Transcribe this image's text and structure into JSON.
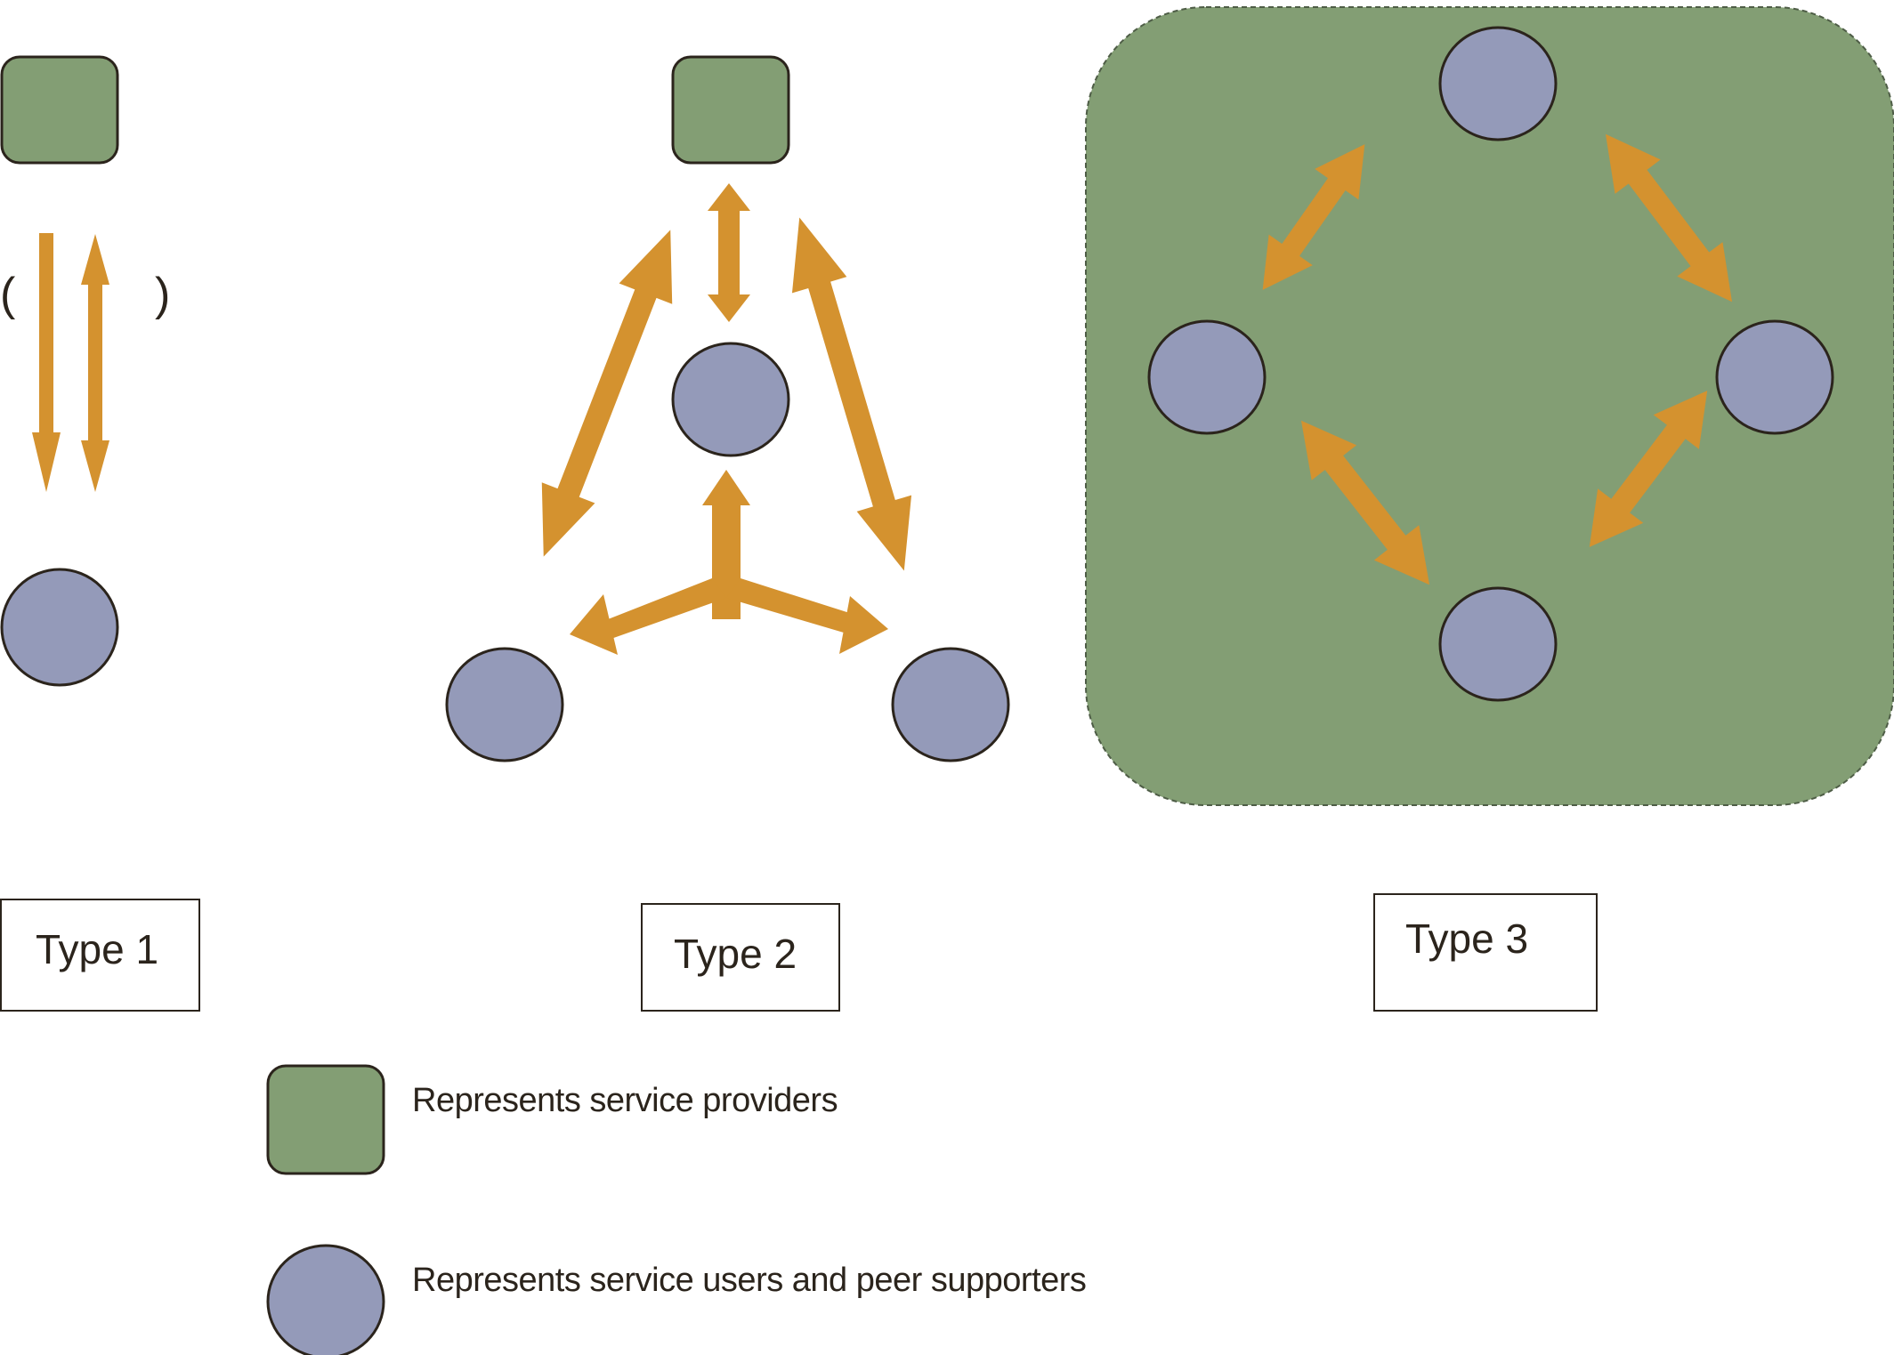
{
  "colors": {
    "provider": "#839e74",
    "user": "#949ab9",
    "arrow": "#d4922f",
    "outline": "#2b241c"
  },
  "type1": {
    "label": "Type 1",
    "paren_open": "(",
    "paren_close": ")"
  },
  "type2": {
    "label": "Type 2"
  },
  "type3": {
    "label": "Type 3"
  },
  "legend": {
    "provider_text": "Represents service providers",
    "user_text": "Represents service users and peer supporters"
  },
  "icons": {
    "provider": "rounded-square-icon",
    "user": "circle-icon",
    "arrow": "double-headed-arrow-icon"
  }
}
